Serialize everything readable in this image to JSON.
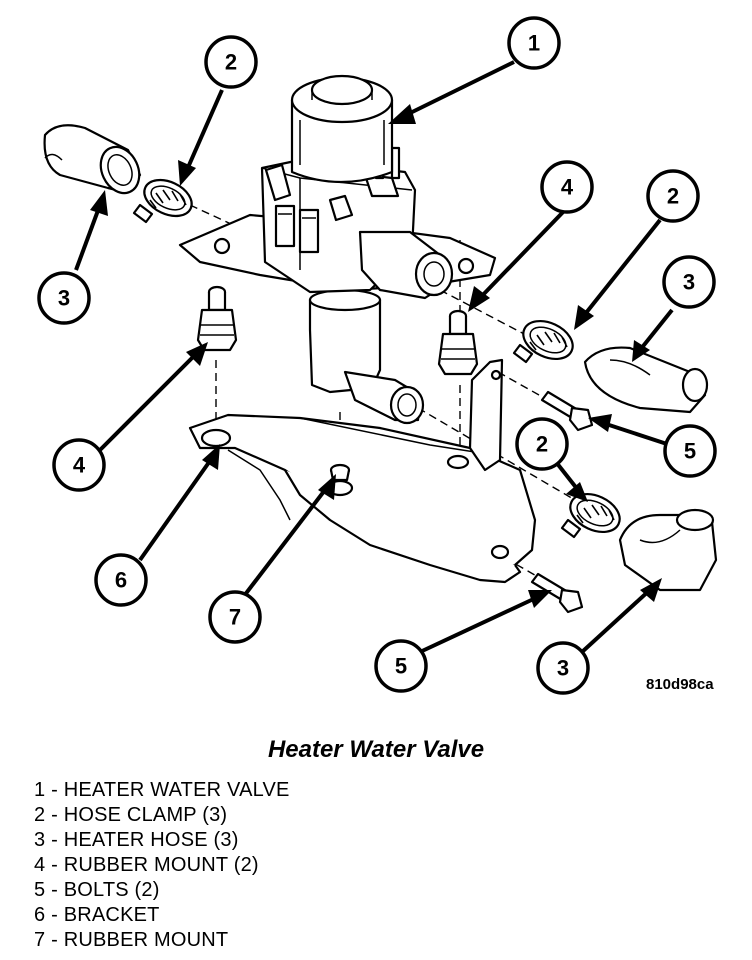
{
  "figure": {
    "title": "Heater Water Valve",
    "code": "810d98ca"
  },
  "callouts": [
    {
      "id": "c1",
      "number": "1"
    },
    {
      "id": "c2a",
      "number": "2"
    },
    {
      "id": "c2b",
      "number": "2"
    },
    {
      "id": "c2c",
      "number": "2"
    },
    {
      "id": "c3a",
      "number": "3"
    },
    {
      "id": "c3b",
      "number": "3"
    },
    {
      "id": "c3c",
      "number": "3"
    },
    {
      "id": "c4a",
      "number": "4"
    },
    {
      "id": "c4b",
      "number": "4"
    },
    {
      "id": "c5a",
      "number": "5"
    },
    {
      "id": "c5b",
      "number": "5"
    },
    {
      "id": "c6",
      "number": "6"
    },
    {
      "id": "c7",
      "number": "7"
    }
  ],
  "legend": [
    "1 - HEATER WATER VALVE",
    "2 - HOSE CLAMP (3)",
    "3 - HEATER HOSE (3)",
    "4 - RUBBER MOUNT (2)",
    "5 - BOLTS (2)",
    "6 - BRACKET",
    "7 - RUBBER MOUNT"
  ]
}
